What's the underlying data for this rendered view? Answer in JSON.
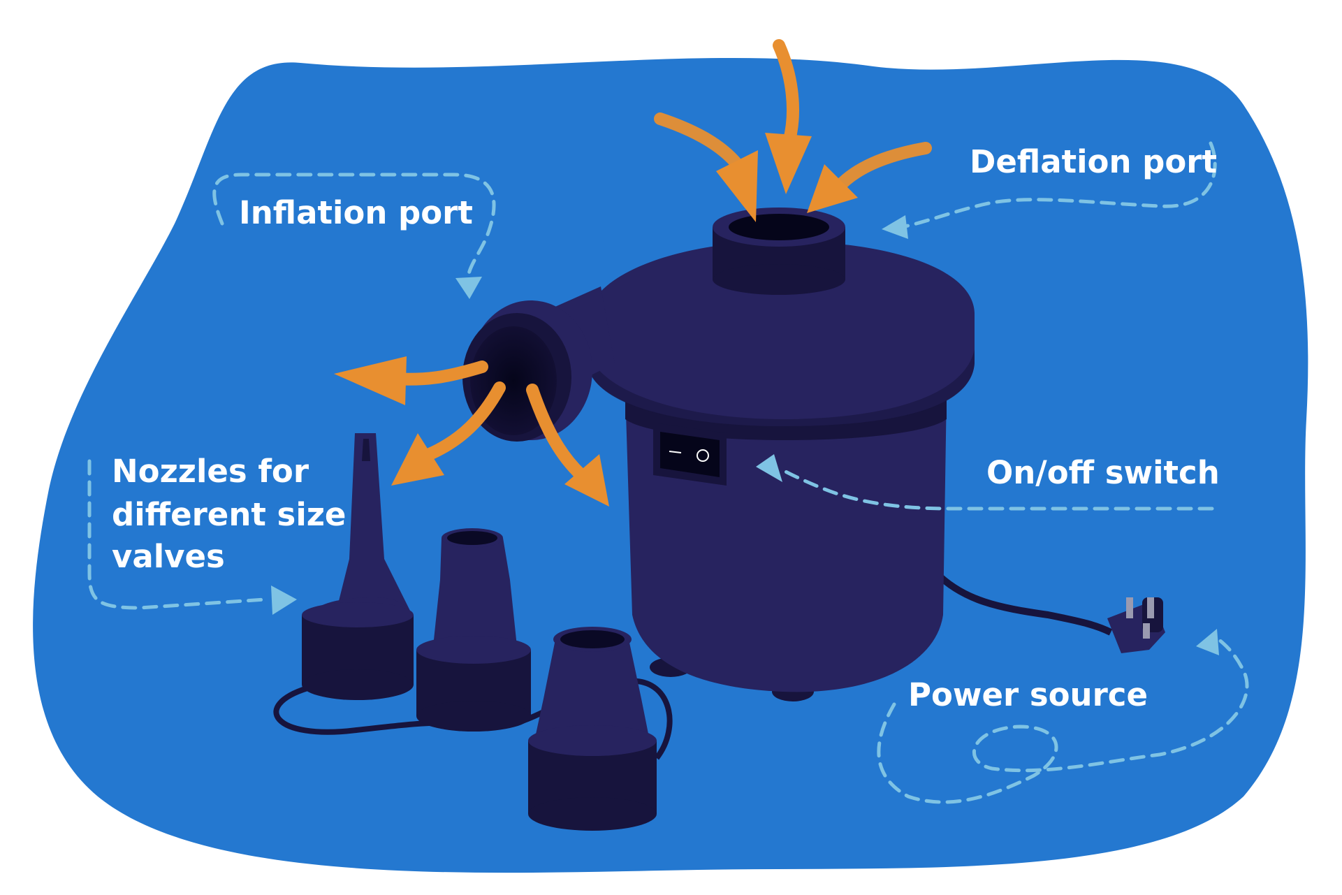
{
  "labels": {
    "inflation_port": "Inflation port",
    "deflation_port": "Deflation port",
    "nozzles_line1": "Nozzles for",
    "nozzles_line2": "different size",
    "nozzles_line3": "valves",
    "switch": "On/off switch",
    "power": "Power source"
  },
  "colors": {
    "background_blob": "#2478d0",
    "pump_body": "#27235f",
    "pump_dark": "#17143d",
    "airflow_arrow": "#e88f30",
    "callout_line": "#7fc3e4",
    "label_text": "#ffffff"
  }
}
